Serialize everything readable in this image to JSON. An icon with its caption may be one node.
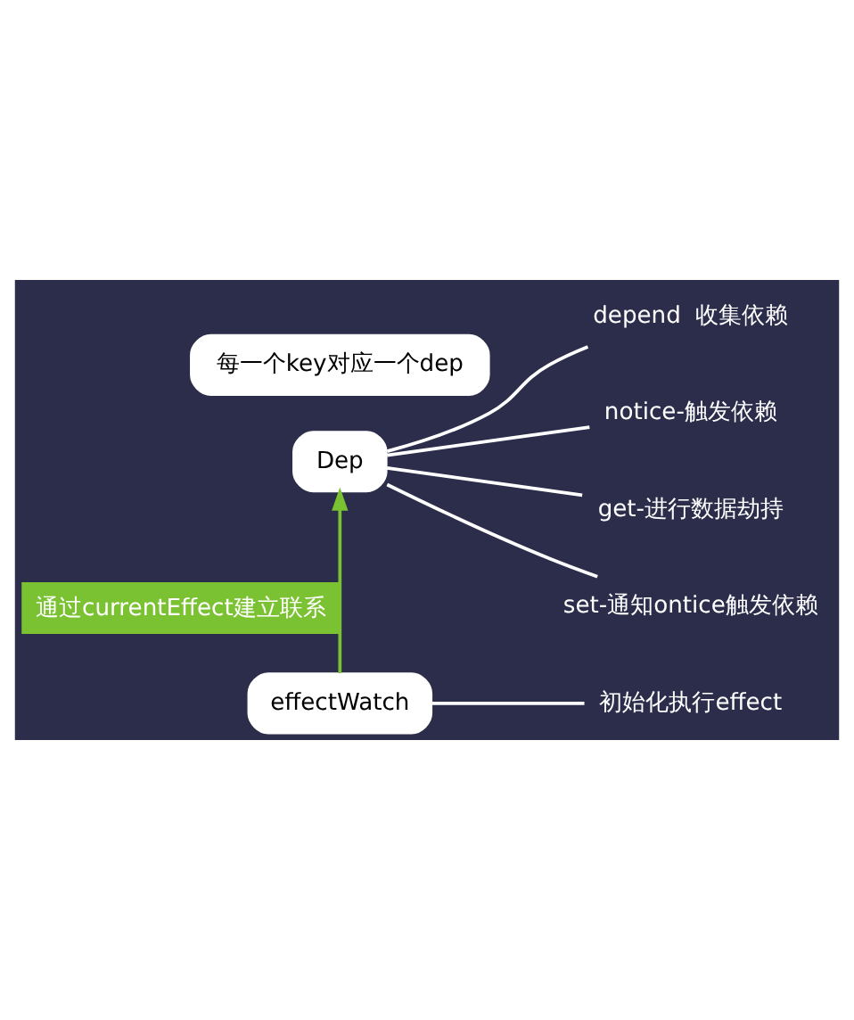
{
  "diagram": {
    "nodes": [
      {
        "text": [
          "每一个key对应一个dep"
        ]
      },
      {
        "text": [
          "Dep"
        ]
      },
      {
        "text": [
          "depend  收集依赖"
        ]
      },
      {
        "text": [
          "notice-触发依赖"
        ]
      },
      {
        "text": [
          "get-进行数据劫持"
        ]
      },
      {
        "text": [
          "set-通知ontice触发依赖"
        ]
      },
      {
        "text": [
          "effectWatch"
        ]
      },
      {
        "text": [
          "初始化执行effect"
        ]
      }
    ],
    "edges": [
      {
        "from": 1,
        "to": 2,
        "arrow": "none"
      },
      {
        "from": 1,
        "to": 3,
        "arrow": "none"
      },
      {
        "from": 1,
        "to": 4,
        "arrow": "none"
      },
      {
        "from": 1,
        "to": 5,
        "arrow": "none"
      },
      {
        "from": 6,
        "to": 1,
        "arrow": "to",
        "label": "通过currentEffect建立联系",
        "color": "#7ac231"
      },
      {
        "from": 6,
        "to": 7,
        "arrow": "none"
      }
    ]
  }
}
